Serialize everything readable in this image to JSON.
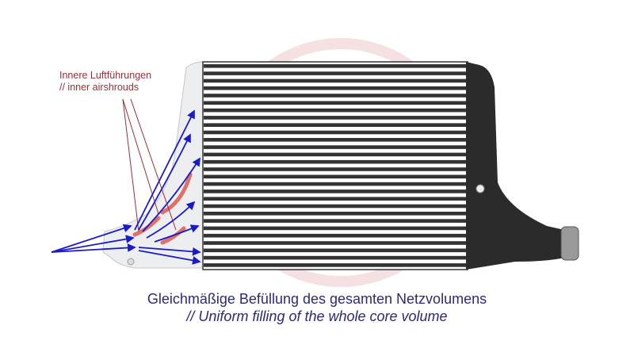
{
  "annotation": {
    "line1": "Innere Luftführungen",
    "line2": "// inner airshrouds"
  },
  "caption": {
    "german": "Gleichmäßige Befüllung des gesamten Netzvolumens",
    "english": "// Uniform filling of the whole core volume"
  },
  "colors": {
    "annotation": "#9b2f38",
    "caption": "#2a2a78",
    "arrows": "#1a1ac8",
    "shroud": "#e0706a",
    "end_tank": "#2b2b2b"
  }
}
